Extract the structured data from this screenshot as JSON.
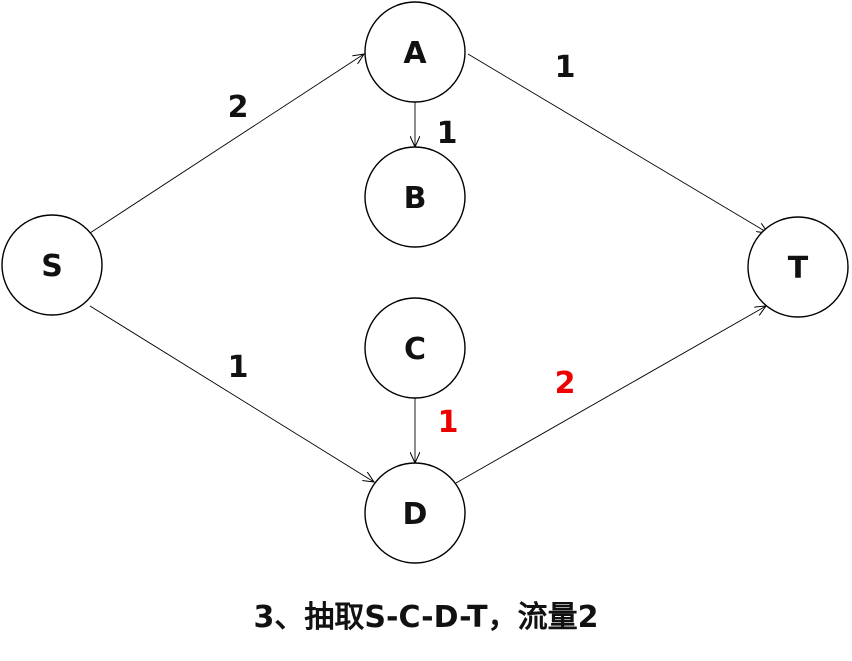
{
  "nodes": {
    "S": {
      "label": "S"
    },
    "A": {
      "label": "A"
    },
    "B": {
      "label": "B"
    },
    "C": {
      "label": "C"
    },
    "D": {
      "label": "D"
    },
    "T": {
      "label": "T"
    }
  },
  "edges": {
    "S_A": {
      "from": "S",
      "to": "A",
      "capacity": "2"
    },
    "A_T": {
      "from": "A",
      "to": "T",
      "capacity": "1"
    },
    "A_B": {
      "from": "A",
      "to": "B",
      "capacity": "1"
    },
    "S_D": {
      "from": "S",
      "to": "D",
      "capacity": "1"
    },
    "C_D": {
      "from": "C",
      "to": "D",
      "capacity": "1",
      "highlighted": true
    },
    "D_T": {
      "from": "D",
      "to": "T",
      "capacity": "2",
      "highlighted": true
    }
  },
  "caption": "3、抽取S-C-D-T，流量2",
  "colors": {
    "normal_label": "#111111",
    "highlight_label": "#ee0000",
    "stroke": "#000000"
  }
}
